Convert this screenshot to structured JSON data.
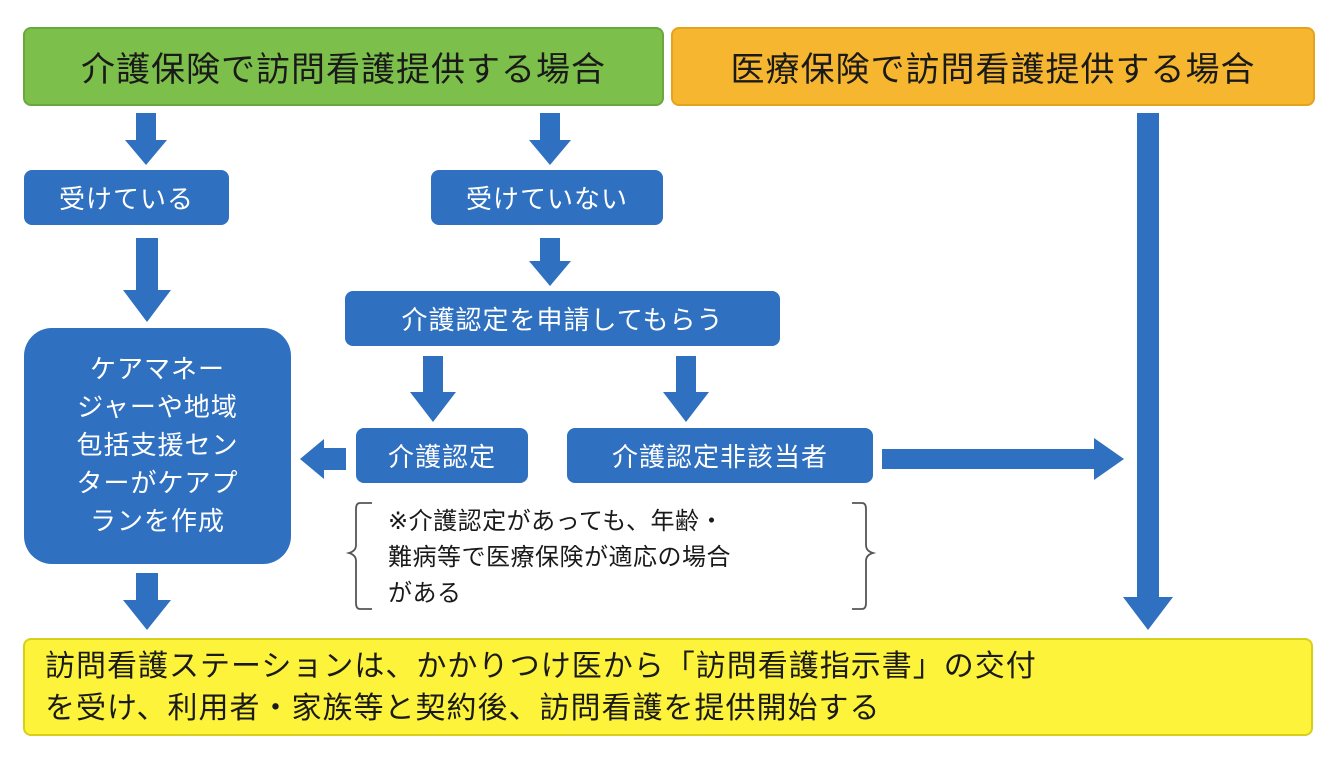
{
  "headers": {
    "kaigo": "介護保険で訪問看護提供する場合",
    "iryo": "医療保険で訪問看護提供する場合"
  },
  "steps": {
    "receiving": "受けている",
    "not_receiving": "受けていない",
    "apply": "介護認定を申請してもらう",
    "certified": "介護認定",
    "not_applicable": "介護認定非該当者"
  },
  "care_plan": {
    "lines": [
      "ケアマネー",
      "ジャーや地域",
      "包括支援セン",
      "ターがケアプ",
      "ランを作成"
    ]
  },
  "note": {
    "lines": [
      "※介護認定があっても、年齢・",
      "難病等で医療保険が適応の場合",
      "がある"
    ]
  },
  "result": {
    "lines": [
      "訪問看護ステーションは、かかりつけ医から「訪問看護指示書」の交付",
      "を受け、利用者・家族等と契約後、訪問看護を提供開始する"
    ]
  },
  "colors": {
    "kaigo_header": "#7cc04b",
    "iryo_header": "#f6b62f",
    "step_box": "#2f70c0",
    "result_box": "#fcf33a"
  }
}
